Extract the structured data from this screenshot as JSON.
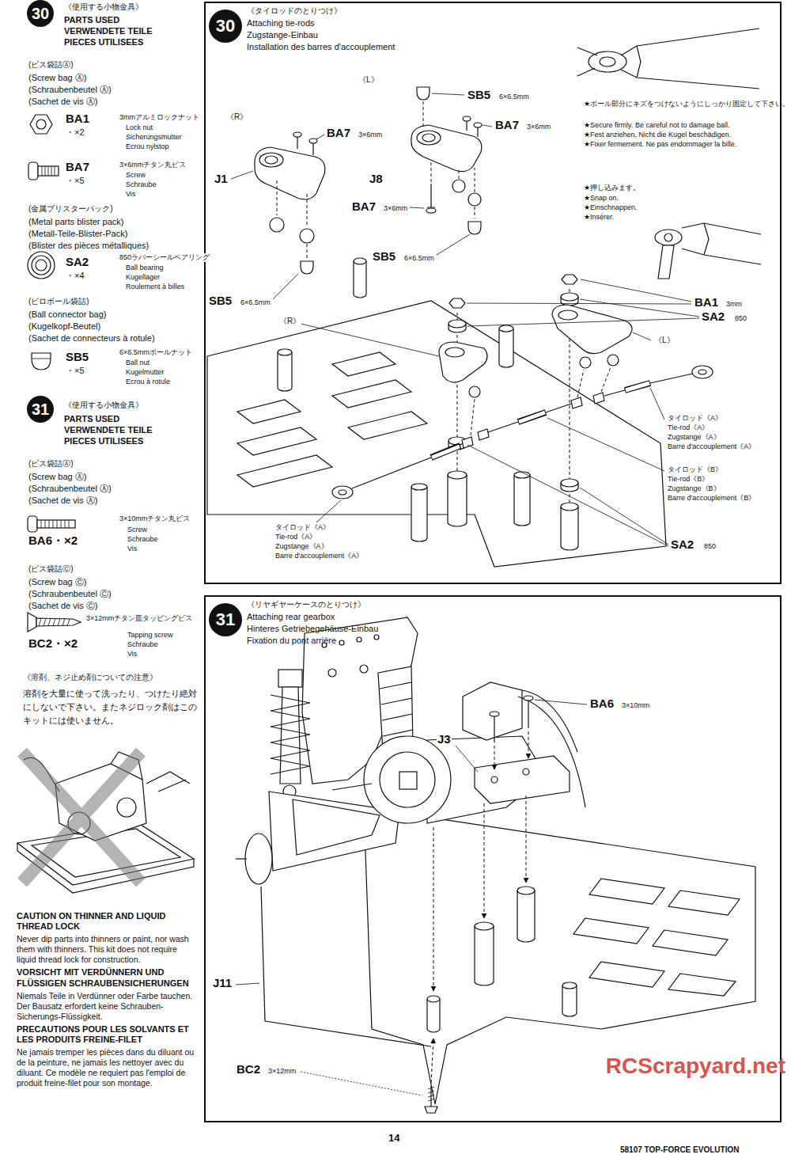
{
  "diagram": {
    "nodes": [
      {
        "text": [
          "30"
        ]
      },
      {
        "text": [
          "《タイロッドのとりつけ》",
          "Attaching tie-rods",
          "Zugstange-Einbau",
          "Installation des barres d'accouplement"
        ]
      },
      {
        "text": [
          "30"
        ],
        "in": 1
      },
      {
        "text": [
          "31"
        ]
      },
      {
        "text": [
          "《リヤギヤーケースのとりつけ》",
          "Attaching rear gearbox",
          "Hinteres Getriebegehäuse-Einbau",
          "Fixation du pont arrière"
        ]
      },
      {
        "text": [
          "31"
        ],
        "in": 4
      }
    ],
    "labels": [
      "《使用する小物金具》",
      "PARTS USED",
      "VERWENDETE TEILE",
      "PIECES UTILISEES",
      "(ビス袋詰Ⓐ)",
      "(Screw bag Ⓐ)",
      "(Schraubenbeutel Ⓐ)",
      "(Sachet de vis Ⓐ)",
      "BA1",
      "・×2",
      "3mmアルミロックナット",
      "Lock nut",
      "Sicherungsmutter",
      "Ecrou nylstop",
      "BA7",
      "・×5",
      "3×6mmチタン丸ビス",
      "Screw",
      "Schraube",
      "Vis",
      "(金属ブリスターパック)",
      "(Metal parts blister pack)",
      "(Metall-Teile-Blister-Pack)",
      "(Blister des pièces métalliques)",
      "SA2",
      "・×4",
      "850ラバーシールベアリング",
      "Ball bearing",
      "Kugellager",
      "Roulement à billes",
      "(ピロボール袋詰)",
      "(Ball connector bag)",
      "(Kugelkopf-Beutel)",
      "(Sachet de connecteurs à rotule)",
      "SB5",
      "・×5",
      "6×6.5mmボールナット",
      "Ball nut",
      "Kugelmutter",
      "Ecrou à rotule",
      "《使用する小物金具》",
      "PARTS USED",
      "VERWENDETE TEILE",
      "PIECES UTILISEES",
      "(ビス袋詰Ⓐ)",
      "(Screw bag Ⓐ)",
      "(Schraubenbeutel Ⓐ)",
      "(Sachet de vis Ⓐ)",
      "3×10mmチタン丸ビス",
      "BA6・×2",
      "Screw",
      "Schraube",
      "Vis",
      "(ビス袋詰Ⓒ)",
      "(Screw bag Ⓒ)",
      "(Schraubenbeutel Ⓒ)",
      "(Sachet de vis Ⓒ)",
      "3×12mmチタン皿タッピングビス",
      "BC2・×2",
      "Tapping screw",
      "Schraube",
      "Vis",
      "《溶剤、ネジ止め剤についての注意》",
      "溶剤を大量に使って洗ったり、つけたり絶対にしないで下さい。またネジロック剤はこのキットには使いません。",
      "CAUTION ON THINNER AND LIQUID THREAD LOCK",
      "Never dip parts into thinners or paint, nor wash them with thinners. This kit does not require liquid thread lock for construction.",
      "VORSICHT MIT VERDÜNNERN UND FLÜSSIGEN SCHRAUBENSICHERUNGEN",
      "Niemals Teile in Verdünner oder Farbe tauchen. Der Bausatz erfordert keine Schrauben-Sicherungs-Flüssigkeit.",
      "PRECAUTIONS POUR LES SOLVANTS ET LES PRODUITS FREINE-FILET",
      "Ne jamais tremper les pièces dans du diluant ou de la peinture, ne jamais les nettoyer avec du diluant. Ce modèle ne requiert pas l'emploi de produit freine-filet pour son montage.",
      "《L》",
      "SB5",
      "6×6.5mm",
      "《R》",
      "BA7",
      "3×6mm",
      "BA7",
      "3×6mm",
      "J1",
      "J8",
      "BA7",
      "3×6mm",
      "SB5",
      "6×6.5mm",
      "SB5",
      "6×6.5mm",
      "★ボール部分にキズをつけないようにしっかり固定して下さい。",
      "★Secure firmly. Be careful not to damage ball.",
      "★Fest anziehen. Nicht die Kugel beschädigen.",
      "★Fixer fermement. Ne pas endommager la bille.",
      "★押し込みます。",
      "★Snap on.",
      "★Einschnappen.",
      "★Insérer.",
      "BA1",
      "3mm",
      "SA2",
      "850",
      "《R》",
      "《L》",
      "タイロッド《A》",
      "Tie-rod《A》",
      "Zugstange《A》",
      "Barre d'accouplement《A》",
      "タイロッド《B》",
      "Tie-rod《B》",
      "Zugstange《B》",
      "Barre d'accouplement《B》",
      "タイロッド《A》",
      "Tie-rod《A》",
      "Zugstange《A》",
      "Barre d'accouplement《A》",
      "SA2",
      "850",
      "BA6",
      "3×10mm",
      "J3",
      "J11",
      "BC2",
      "3×12mm",
      "14",
      "58107 TOP-FORCE EVOLUTION",
      "RCScrapyard.net"
    ]
  }
}
